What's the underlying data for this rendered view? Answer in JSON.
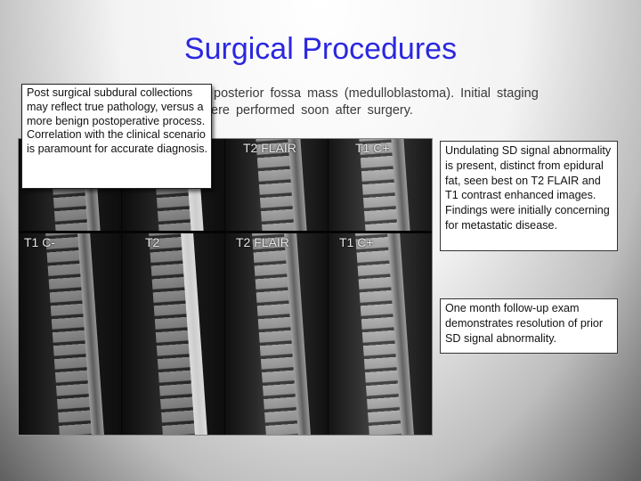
{
  "title": "Surgical Procedures",
  "intro_text": "posterior fossa mass (medulloblastoma). Initial staging",
  "intro_text_line2": "ere performed soon after surgery.",
  "callout_text": "Post surgical subdural collections may reflect true pathology, versus a more benign postoperative process. Correlation with the clinical scenario is paramount for accurate diagnosis.",
  "mri_top_labels": [
    "",
    "",
    "T2 FLAIR",
    "T1 C+"
  ],
  "mri_bottom_labels": [
    "T1 C-",
    "T2",
    "T2 FLAIR",
    "T1 C+"
  ],
  "finding_box_text": "Undulating SD signal abnormality is present, distinct from epidural fat, seen best on T2 FLAIR and T1 contrast enhanced images. Findings were initially concerning for metastatic disease.",
  "followup_box_text": "One month follow-up exam demonstrates resolution of prior SD signal abnormality."
}
